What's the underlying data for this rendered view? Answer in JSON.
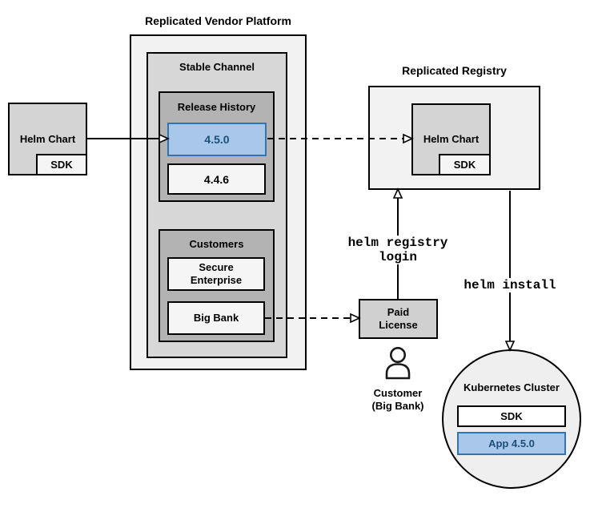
{
  "colors": {
    "accent_fill": "#A9C7E8",
    "accent_border": "#2E75B6",
    "accent_text": "#1C4F7C",
    "panel_light": "#F2F2F2",
    "panel_mid": "#D7D7D7",
    "panel_dark": "#B3B3B3",
    "box_offwhite": "#F5F5F5",
    "box_gray": "#D4D4D4",
    "license_gray": "#D0D0D0",
    "circle_gray": "#EFEFEF"
  },
  "vendor_platform": {
    "title": "Replicated Vendor Platform",
    "stable_channel": {
      "label": "Stable Channel",
      "release_history": {
        "label": "Release History",
        "releases": [
          {
            "version": "4.5.0"
          },
          {
            "version": "4.4.6"
          }
        ]
      },
      "customers": {
        "label": "Customers",
        "items": [
          {
            "name": "Secure Enterprise"
          },
          {
            "name": "Big Bank"
          }
        ]
      }
    }
  },
  "helm_chart_source": {
    "label": "Helm Chart",
    "sdk": "SDK"
  },
  "registry": {
    "title": "Replicated Registry",
    "helm_chart": {
      "label": "Helm Chart",
      "sdk": "SDK"
    }
  },
  "paid_license": {
    "label": "Paid License"
  },
  "customer": {
    "name": "Customer",
    "detail": "(Big Bank)"
  },
  "kubernetes_cluster": {
    "title": "Kubernetes Cluster",
    "sdk": "SDK",
    "app": "App 4.5.0"
  },
  "commands": {
    "registry_login": "helm registry login",
    "install": "helm install"
  }
}
